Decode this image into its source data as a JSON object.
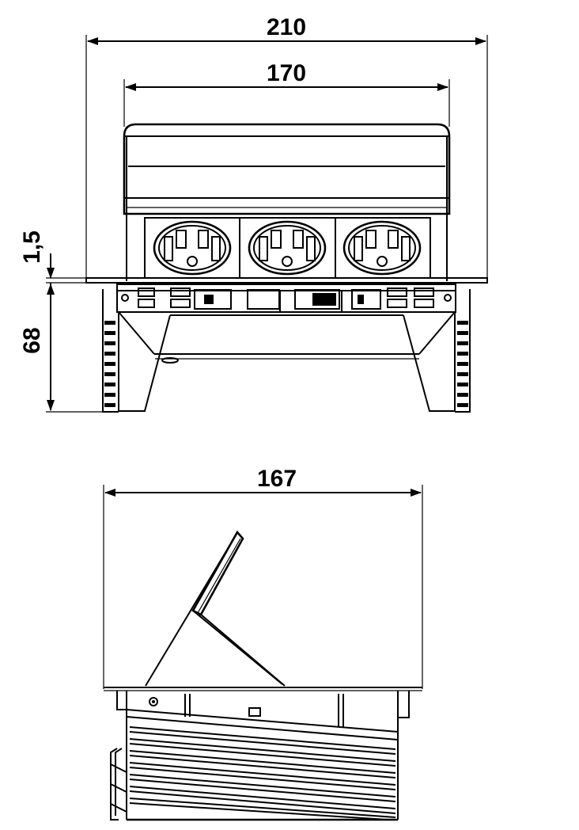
{
  "dimensions": {
    "outer_width": "210",
    "inner_width": "170",
    "flange_thickness": "1,5",
    "depth": "68",
    "side_width": "167"
  },
  "colors": {
    "line": "#000000",
    "background": "#ffffff"
  }
}
